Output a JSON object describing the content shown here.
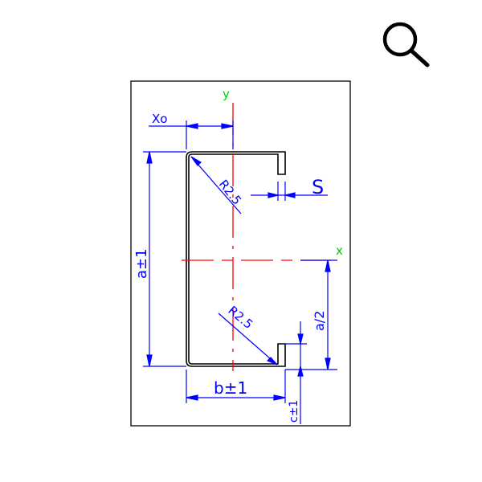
{
  "toolbar": {
    "zoom_icon": "magnifier-icon"
  },
  "drawing": {
    "axis_y_label": "y",
    "axis_x_label": "x",
    "x0_label": "Xo",
    "s_label": "S",
    "radius_top_label": "R2.5",
    "radius_bottom_label": "R2.5",
    "a_label": "a±1",
    "b_label": "b±1",
    "half_a_label": "a/2",
    "c_label": "c±1",
    "colors": {
      "frame": "#000000",
      "profile": "#000000",
      "dimension": "#0000ff",
      "axis_line": "#ff0000",
      "axis_label": "#00cc00"
    }
  }
}
